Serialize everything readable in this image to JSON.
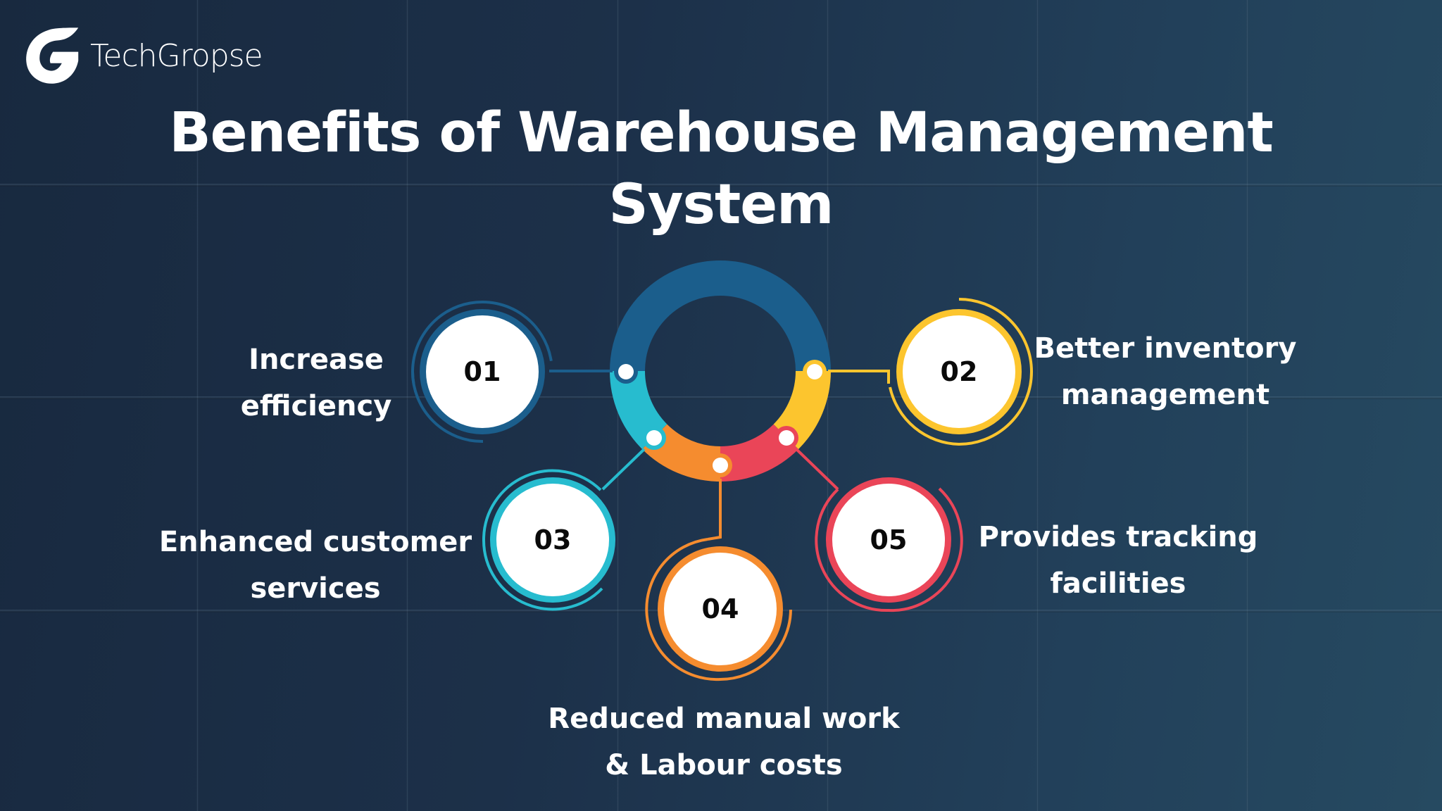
{
  "brand": {
    "name": "TechGropse",
    "logo_icon": "g-logo-icon"
  },
  "title": {
    "line1": "Benefits of Warehouse Management",
    "line2": "System"
  },
  "colors": {
    "background_left": "#18293f",
    "background_right": "#264a61",
    "blue": "#1b5e8c",
    "yellow": "#fcc52e",
    "teal": "#27bccf",
    "orange": "#f58c2f",
    "red": "#ea4558",
    "node_fill": "#ffffff",
    "text": "#ffffff",
    "number_text": "#0a0a0a"
  },
  "benefits": [
    {
      "number": "01",
      "line1": "Increase",
      "line2": "efficiency",
      "color": "#1b5e8c"
    },
    {
      "number": "02",
      "line1": "Better inventory",
      "line2": "management",
      "color": "#fcc52e"
    },
    {
      "number": "03",
      "line1": "Enhanced customer",
      "line2": "services",
      "color": "#27bccf"
    },
    {
      "number": "04",
      "line1": "Reduced manual work",
      "line2": "& Labour costs",
      "color": "#f58c2f"
    },
    {
      "number": "05",
      "line1": "Provides tracking",
      "line2": "facilities",
      "color": "#ea4558"
    }
  ]
}
